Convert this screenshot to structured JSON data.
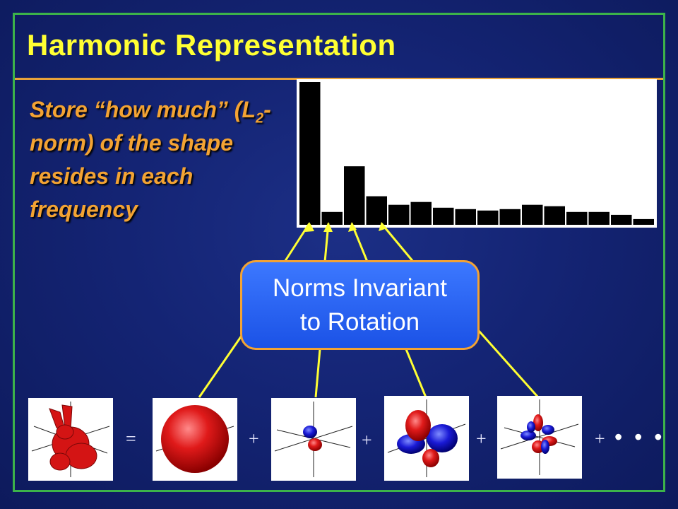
{
  "title": "Harmonic Representation",
  "subtitle": {
    "part1": "Store “how much” (L",
    "sub": "2",
    "part2": "-norm) of the shape resides in each frequency"
  },
  "callout": {
    "line1": "Norms Invariant",
    "line2": "to Rotation"
  },
  "operators": {
    "equals": "=",
    "plus": "+",
    "ellipsis": "• • •"
  },
  "histogram": {
    "values": [
      1.0,
      0.09,
      0.41,
      0.2,
      0.14,
      0.16,
      0.12,
      0.11,
      0.1,
      0.11,
      0.14,
      0.13,
      0.09,
      0.09,
      0.07,
      0.04
    ],
    "ymax": 1.0
  },
  "colors": {
    "title": "#ffff33",
    "subtitle": "#f3a333",
    "frame": "#3cb34a",
    "connector": "#ffff33",
    "callout_fill": "#2a63f5"
  },
  "thumbnails": [
    {
      "name": "bunny-model",
      "icon": "bunny-shape"
    },
    {
      "name": "frequency-0-sphere",
      "icon": "sphere-harmonic"
    },
    {
      "name": "frequency-1-harmonic",
      "icon": "dipole-harmonic"
    },
    {
      "name": "frequency-2-harmonic",
      "icon": "quadrupole-harmonic"
    },
    {
      "name": "frequency-3-harmonic",
      "icon": "octupole-harmonic"
    }
  ]
}
